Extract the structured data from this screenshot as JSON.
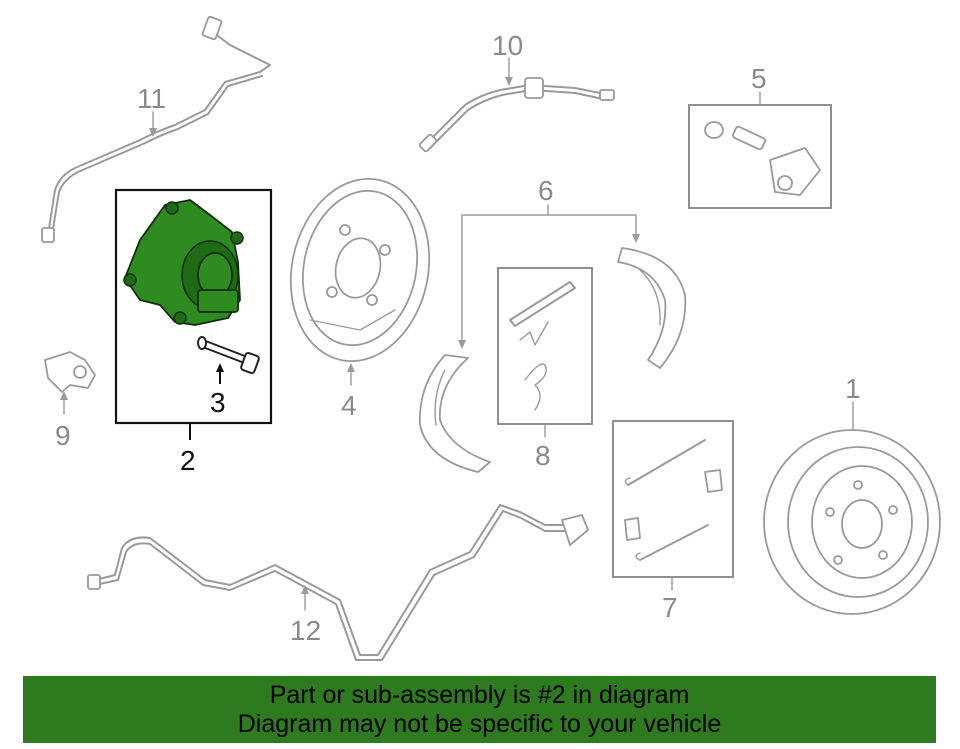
{
  "diagram": {
    "labels": {
      "p1": "1",
      "p2": "2",
      "p3": "3",
      "p4": "4",
      "p5": "5",
      "p6": "6",
      "p7": "7",
      "p8": "8",
      "p9": "9",
      "p10": "10",
      "p11": "11",
      "p12": "12"
    },
    "highlight_color": "#2e8b1f"
  },
  "banner": {
    "line1": "Part or sub-assembly is #2 in diagram",
    "line2": "Diagram may not be specific to your vehicle",
    "background": "#2d7a1f"
  }
}
